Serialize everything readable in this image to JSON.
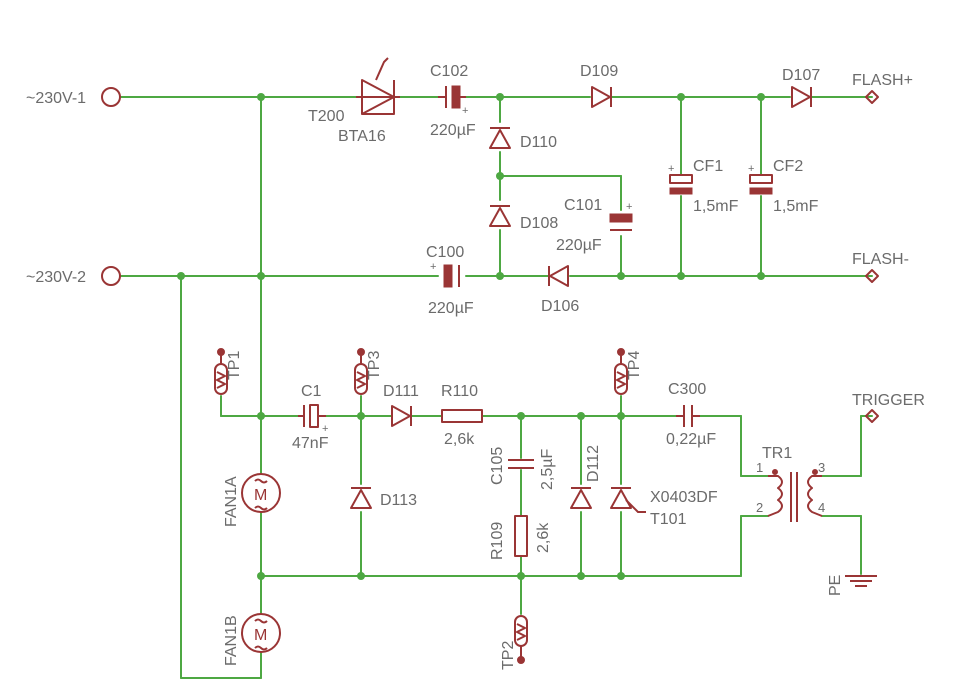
{
  "colors": {
    "wire": "#4ea843",
    "component": "#9a3535",
    "label": "#6b6b6b",
    "background": "#ffffff"
  },
  "labels": {
    "mains1": "~230V-1",
    "mains2": "~230V-2",
    "t200_name": "T200",
    "t200_value": "BTA16",
    "c102_name": "C102",
    "c102_value": "220µF",
    "d109": "D109",
    "d107": "D107",
    "flash_plus": "FLASH+",
    "d110": "D110",
    "cf1_name": "CF1",
    "cf1_value": "1,5mF",
    "cf2_name": "CF2",
    "cf2_value": "1,5mF",
    "c101_name": "C101",
    "c101_value": "220µF",
    "d108": "D108",
    "c100_name": "C100",
    "c100_value": "220µF",
    "d106": "D106",
    "flash_minus": "FLASH-",
    "tp1": "TP1",
    "tp3": "TP3",
    "tp4": "TP4",
    "tp2": "TP2",
    "c1_name": "C1",
    "c1_value": "47nF",
    "d111": "D111",
    "r110_name": "R110",
    "r110_value": "2,6k",
    "c300_name": "C300",
    "c300_value": "0,22µF",
    "trigger": "TRIGGER",
    "tr1": "TR1",
    "tr1_pin1": "1",
    "tr1_pin2": "2",
    "tr1_pin3": "3",
    "tr1_pin4": "4",
    "c105_name": "C105",
    "c105_value": "2,5µF",
    "d112": "D112",
    "x0403df": "X0403DF",
    "t101": "T101",
    "d113": "D113",
    "r109_name": "R109",
    "r109_value": "2,6k",
    "fan1a": "FAN1A",
    "fan1b": "FAN1B",
    "motor_letter": "M",
    "pe": "PE",
    "plus_sign": "+"
  }
}
